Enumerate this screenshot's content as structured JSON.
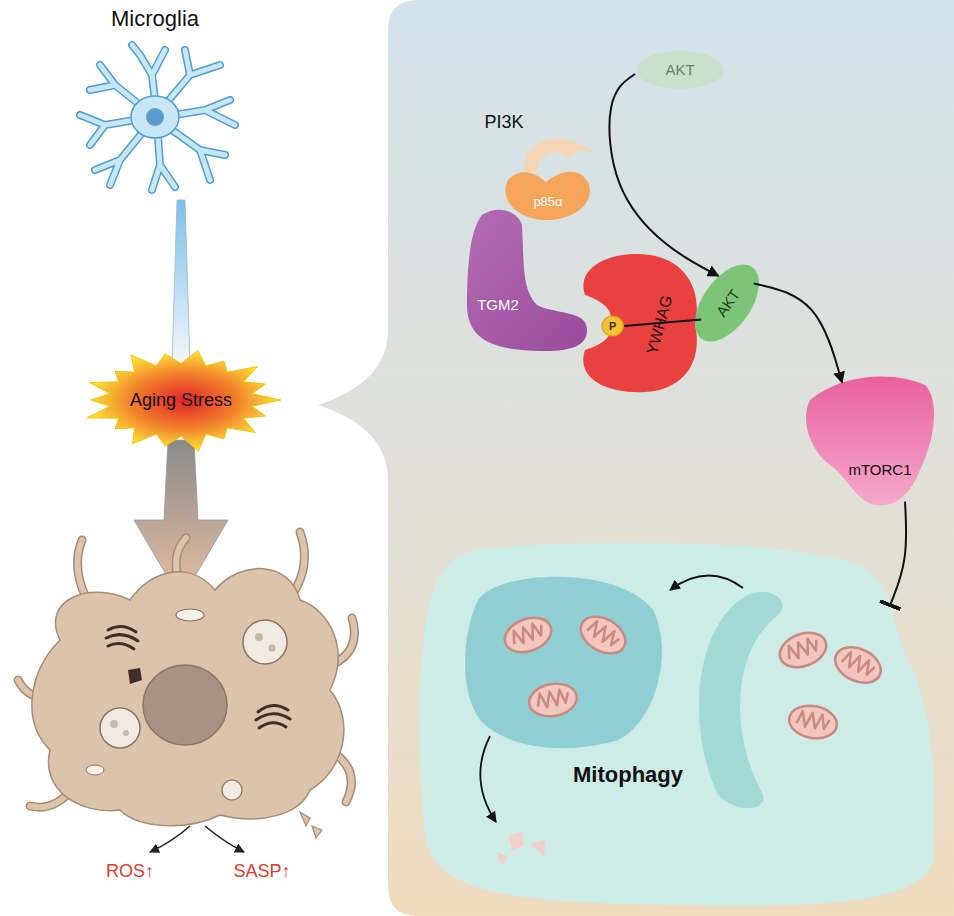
{
  "diagram": {
    "nodes": [
      {
        "text": [
          "Microglia"
        ]
      },
      {
        "text": [
          "Aging Stress"
        ]
      },
      {
        "text": [
          "AKT"
        ]
      },
      {
        "text": [
          "PI3K"
        ]
      },
      {
        "text": [
          "p85α"
        ]
      },
      {
        "text": [
          "TGM2"
        ]
      },
      {
        "text": [
          "YWHAG"
        ]
      },
      {
        "text": [
          "P"
        ]
      },
      {
        "text": [
          "AKT"
        ]
      },
      {
        "text": [
          "mTORC1"
        ]
      },
      {
        "text": [
          "Mitophagy"
        ]
      }
    ],
    "edges": [
      {
        "from": 2,
        "to": 8,
        "arrow": "to"
      },
      {
        "from": 7,
        "to": 8,
        "arrow": "none"
      },
      {
        "from": 8,
        "to": 9,
        "arrow": "to"
      },
      {
        "from": 9,
        "to": 10,
        "arrow": "to"
      }
    ],
    "labels": [
      "ROS↑",
      "SASP↑"
    ]
  }
}
